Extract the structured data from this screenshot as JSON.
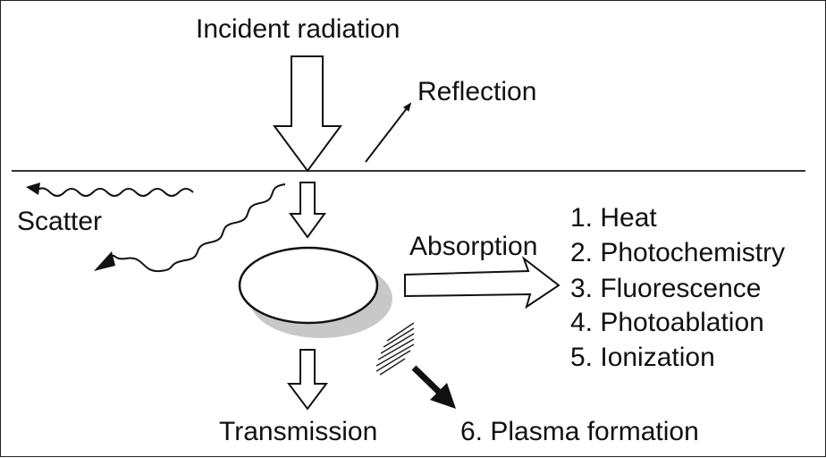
{
  "diagram": {
    "labels": {
      "incident": "Incident radiation",
      "reflection": "Reflection",
      "scatter": "Scatter",
      "absorption": "Absorption",
      "transmission": "Transmission",
      "plasma": "6. Plasma formation"
    },
    "absorption_effects": [
      "1. Heat",
      "2. Photochemistry",
      "3. Fluorescence",
      "4. Photoablation",
      "5. Ionization"
    ],
    "colors": {
      "line": "#111111",
      "shadow": "#c8c8c8",
      "background": "#ffffff"
    }
  }
}
